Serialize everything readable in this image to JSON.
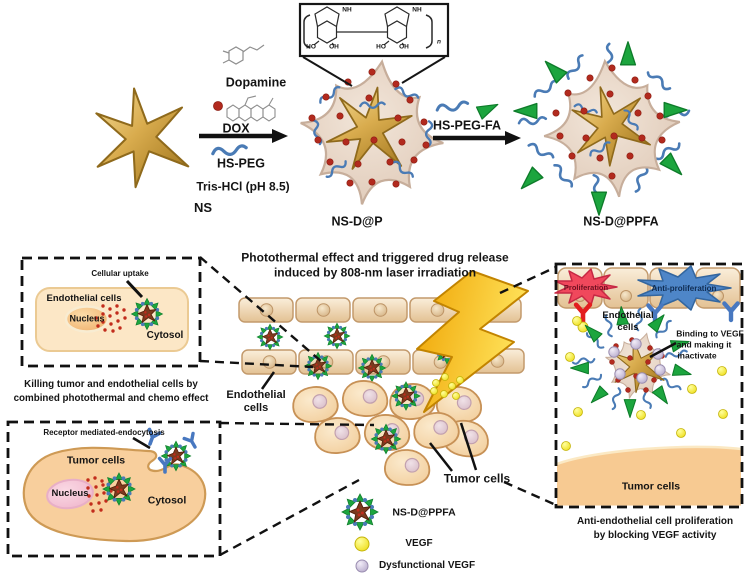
{
  "figure": {
    "synthesis": {
      "ns_label": "NS",
      "step1": {
        "reagent1": "Dopamine",
        "reagent2": "DOX",
        "reagent3": "HS-PEG",
        "buffer": "Tris-HCl (pH 8.5)"
      },
      "product1": "NS-D@P",
      "step2": {
        "reagent": "HS-PEG-FA"
      },
      "product2": "NS-D@PPFA",
      "polydopamine": {
        "nh": "NH",
        "ho": "HO",
        "oh": "OH",
        "n": "n"
      }
    },
    "panels": {
      "endothelial_uptake": {
        "callout": "Cellular uptake",
        "cell": "Endothelial cells",
        "nucleus": "Nucleus",
        "cytosol": "Cytosol",
        "caption_line1": "Killing  tumor  and  endothelial  cells  by",
        "caption_line2": "combined  photothermal  and  chemo  effect"
      },
      "tumor_uptake": {
        "callout": "Receptor mediated-endocytosis",
        "cell": "Tumor  cells",
        "nucleus": "Nucleus",
        "cytosol": "Cytosol"
      },
      "center": {
        "title_line1": "Photothermal effect and triggered drug release",
        "title_line2": "induced by 808-nm  laser irradiation",
        "endothelial_line1": "Endothelial",
        "endothelial_line2": "cells",
        "tumor": "Tumor cells"
      },
      "vegf_blocking": {
        "proliferation": "Proliferation",
        "anti_proliferation": "Anti-proliferation",
        "endothelial_line1": "Endothelial",
        "endothelial_line2": "cells",
        "binding_line1": "Binding to VEGF",
        "binding_line2": "and making it",
        "binding_line3": "inactivate",
        "tumor": "Tumor cells",
        "caption_line1": "Anti-endothelial  cell  proliferation",
        "caption_line2": "by blocking  VEGF  activity"
      }
    },
    "legend": [
      {
        "label": "NS-D@PPFA"
      },
      {
        "label": "VEGF"
      },
      {
        "label": "Dysfunctional  VEGF"
      }
    ],
    "colors": {
      "gold_star": "#D9AC4E",
      "pda_coat": "#E7D7CA",
      "dox_red": "#B22A1E",
      "peg_blue": "#4A7BB5",
      "fa_green": "#1CA53E",
      "vegf_yellow": "#EDDC12",
      "dysfunctional_vegf_gray": "#B4A7C9",
      "laser_bolt": "#FFD21E",
      "proliferation_burst": "#F0485C",
      "anti_proliferation_burst": "#4E86C8"
    }
  }
}
